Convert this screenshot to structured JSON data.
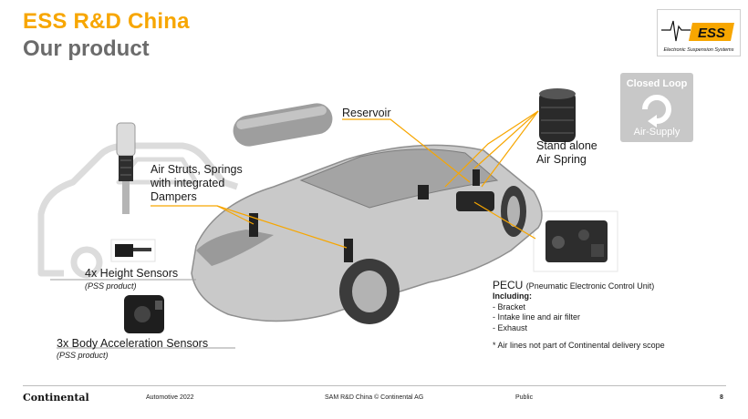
{
  "header": {
    "title_line1": "ESS R&D China",
    "title_line2": "Our product"
  },
  "logo": {
    "mark_text": "ESS",
    "caption": "Electronic Suspension Systems"
  },
  "closed_loop": {
    "title": "Closed Loop",
    "subtitle": "Air-Supply",
    "icon": "refresh-loop-icon"
  },
  "components": {
    "reservoir": "Reservoir",
    "stand_alone": [
      "Stand alone",
      "Air Spring"
    ],
    "air_struts": [
      "Air Struts, Springs",
      "with integrated",
      "Dampers"
    ],
    "height_sensors": "4x Height Sensors",
    "height_sensors_note": "(PSS product)",
    "accel_sensors": "3x Body Acceleration Sensors",
    "accel_sensors_note": "(PSS product)",
    "pecu_title": "PECU",
    "pecu_full": "(Pneumatic Electronic Control Unit)",
    "pecu_including": "Including:",
    "pecu_items": [
      "- Bracket",
      "- Intake line and air filter",
      "- Exhaust"
    ],
    "note": "* Air lines not part of Continental delivery scope"
  },
  "footer": {
    "brand": "Continental",
    "left": "Automotive 2022",
    "center": "SAM R&D China © Continental AG",
    "right": "Public",
    "page": "8"
  },
  "colors": {
    "accent": "#f7a600",
    "title_gray": "#6b6b6b",
    "leader_orange": "#f7a600"
  }
}
